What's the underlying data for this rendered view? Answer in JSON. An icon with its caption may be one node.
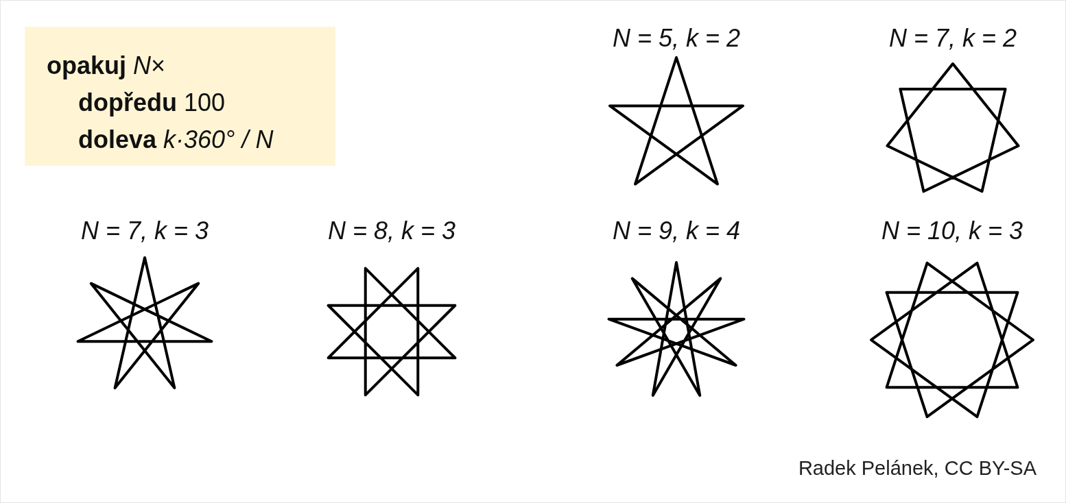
{
  "diagram": {
    "nodes": [
      {
        "text": [
          "**opakuj** *N*×",
          "**dopředu** 100",
          "**doleva** *k·360° / N*"
        ]
      },
      {
        "text": [
          "N = 5, k = 2"
        ]
      },
      {
        "text": [
          "N = 7, k = 2"
        ]
      },
      {
        "text": [
          "N = 7, k = 3"
        ]
      },
      {
        "text": [
          "N = 8, k = 3"
        ]
      },
      {
        "text": [
          "N = 9, k = 4"
        ]
      },
      {
        "text": [
          "N = 10, k = 3"
        ]
      }
    ],
    "edges": [],
    "labels": [
      "Radek Pelánek, CC BY-SA"
    ]
  }
}
